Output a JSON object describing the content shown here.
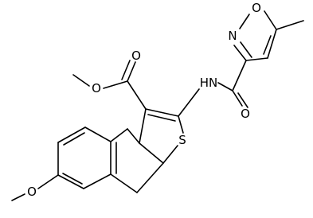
{
  "molecule": {
    "atoms": {
      "ester_oxygen": "O",
      "carbonyl_oxygen": "O",
      "amide_nitrogen": "HN",
      "amide_oxygen": "O",
      "isoxazole_nitrogen": "N",
      "isoxazole_oxygen": "O",
      "thiophene_sulfur": "S",
      "methoxy_oxygen": "O"
    }
  }
}
